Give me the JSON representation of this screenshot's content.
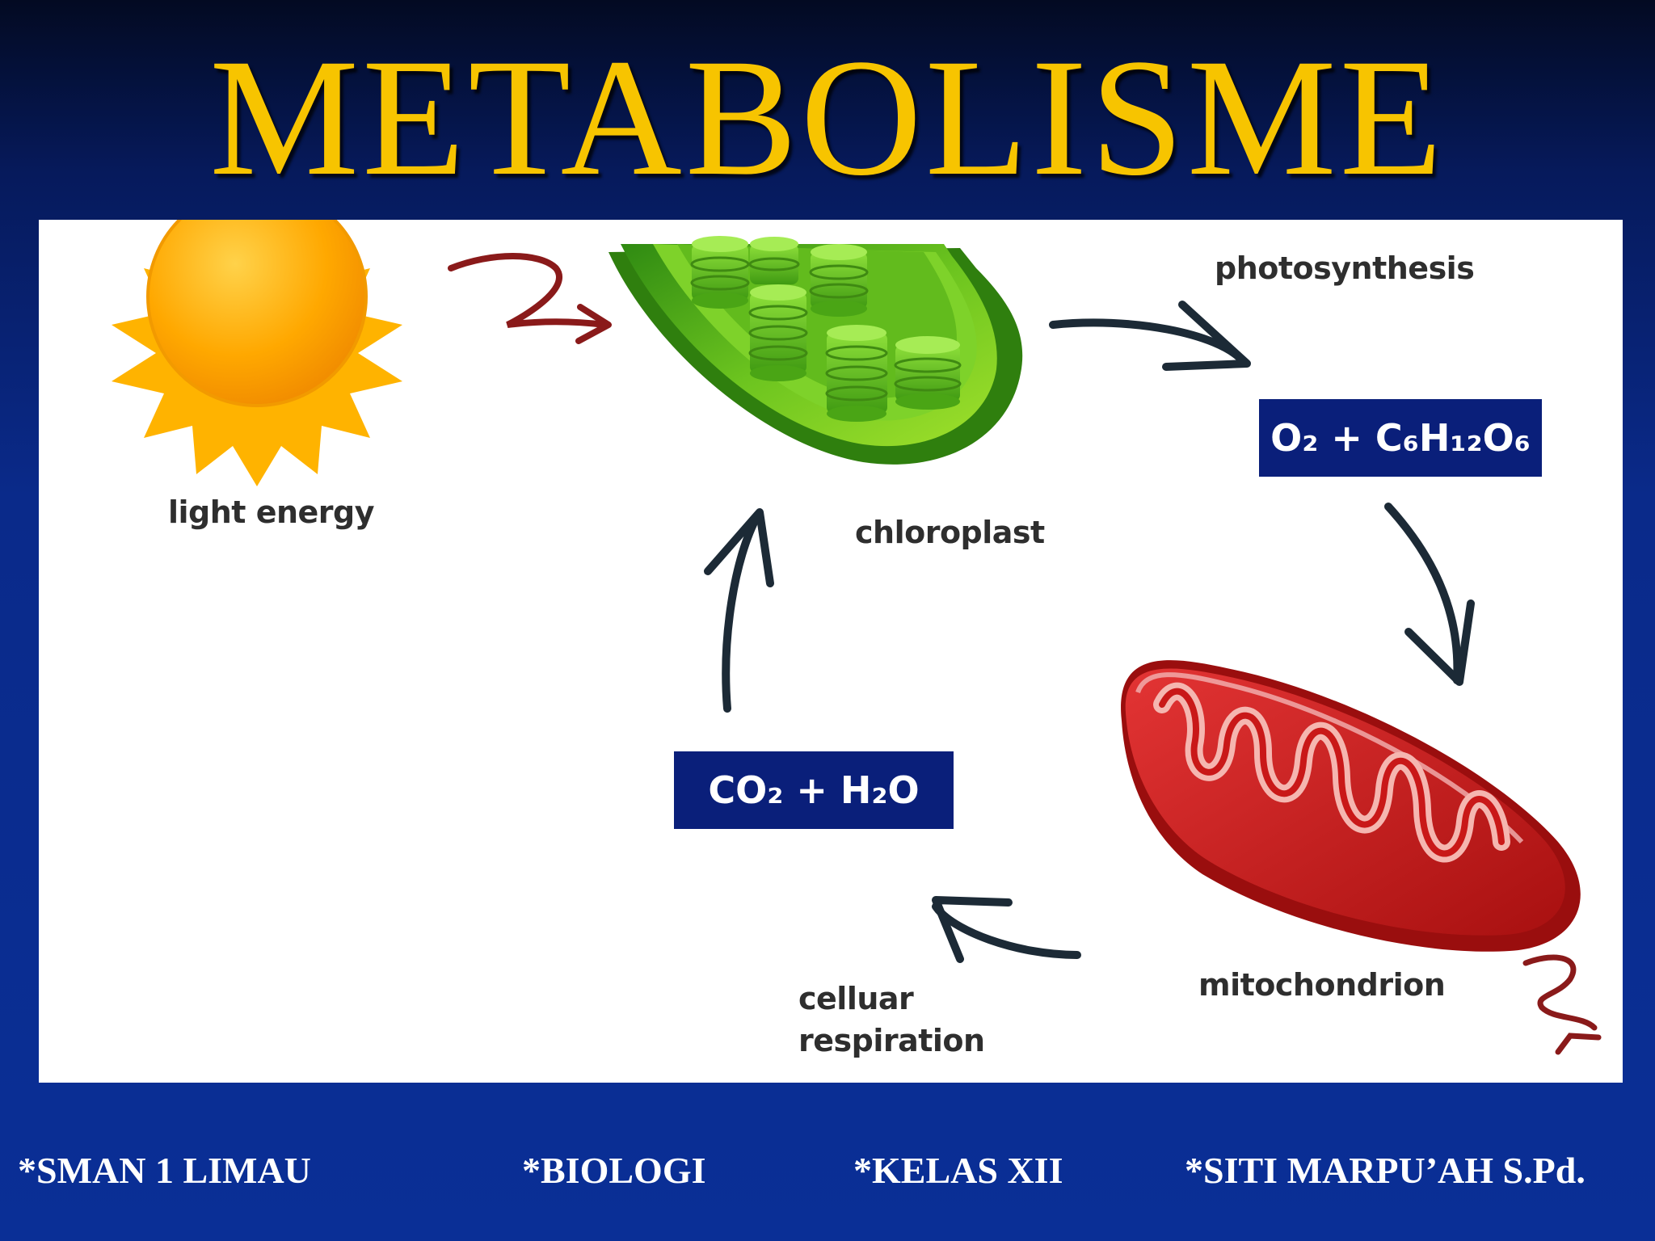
{
  "title": "METABOLISME",
  "labels": {
    "light_energy": "light energy",
    "chloroplast": "chloroplast",
    "photosynthesis": "photosynthesis",
    "mitochondrion": "mitochondrion",
    "cellular_respiration_line1": "celluar",
    "cellular_respiration_line2": "respiration"
  },
  "formulas": {
    "products": "O₂ + C₆H₁₂O₆",
    "reactants": "CO₂ + H₂O"
  },
  "footer": {
    "school": "*SMAN 1 LIMAU",
    "subject": "*BIOLOGI",
    "class": "*KELAS XII",
    "teacher": "*SITI MARPU’AH S.Pd."
  },
  "colors": {
    "title": "#f7c400",
    "formula_box": "#0a1f7a",
    "chloroplast": "#4caf1a",
    "mitochondrion": "#d42020",
    "sun": "#ffb300",
    "arrow_dark": "#1c2a36",
    "arrow_red": "#8a1a1a"
  },
  "icons": [
    "sun-icon",
    "chloroplast-icon",
    "mitochondrion-icon"
  ]
}
